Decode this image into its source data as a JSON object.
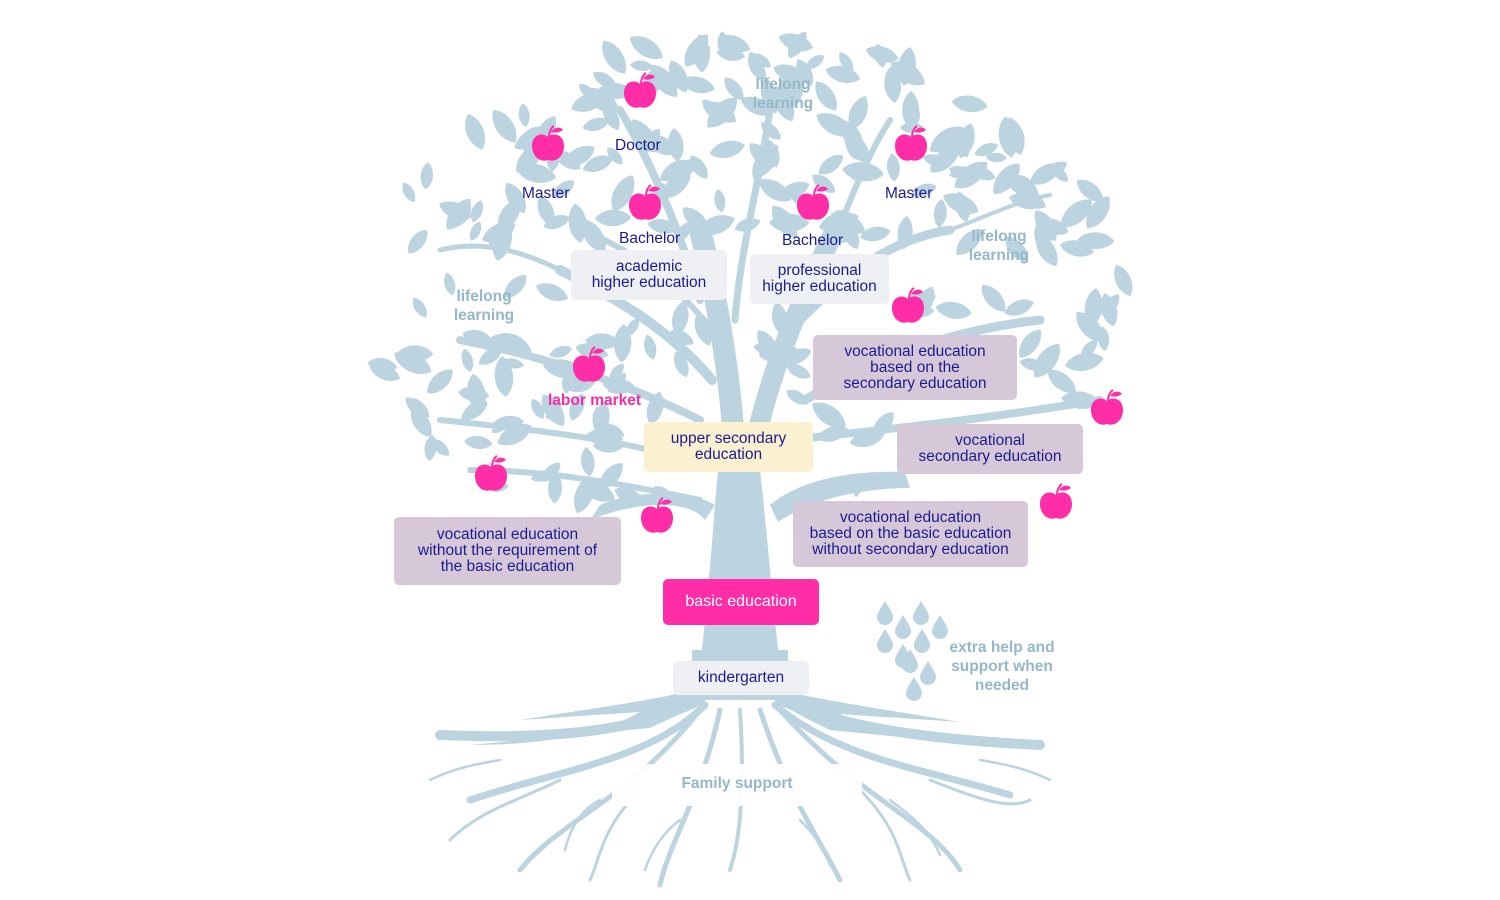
{
  "colors": {
    "tree": "#bcd4e0",
    "leaf": "#bcd4e0",
    "apple": "#ff2ea8",
    "text_dark": "#1c1c8c",
    "text_soft": "#95b7ca",
    "box_grey": "#eff0f3",
    "box_purple": "#d6c8d9",
    "box_yellow": "#fbf0cf",
    "box_pink": "#ff2ea8"
  },
  "icons": [
    "apple-icon",
    "leaf-icon",
    "water-drop-icon",
    "tree-trunk",
    "tree-roots"
  ],
  "tree": {
    "labels": {
      "doctor": "Doctor",
      "master_left": "Master",
      "master_right": "Master",
      "bachelor_left": "Bachelor",
      "bachelor_right": "Bachelor",
      "labor_market": "labor market"
    },
    "lifelong": {
      "top": "lifelong\nlearning",
      "left": "lifelong\nlearning",
      "right": "lifelong\nlearning"
    },
    "boxes": {
      "academic": "academic\nhigher education",
      "professional": "professional\nhigher education",
      "voc_secondary_based": "vocational education\nbased on the\nsecondary education",
      "upper_secondary": "upper secondary\neducation",
      "voc_secondary": "vocational\nsecondary education",
      "voc_without_req": "vocational education\nwithout the requirement of\nthe basic education",
      "voc_basic_based": "vocational education\nbased on the basic education\nwithout secondary education",
      "basic": "basic education",
      "kindergarten": "kindergarten"
    },
    "extra_help": "extra help and\nsupport when\nneeded",
    "family_support": "Family support"
  }
}
